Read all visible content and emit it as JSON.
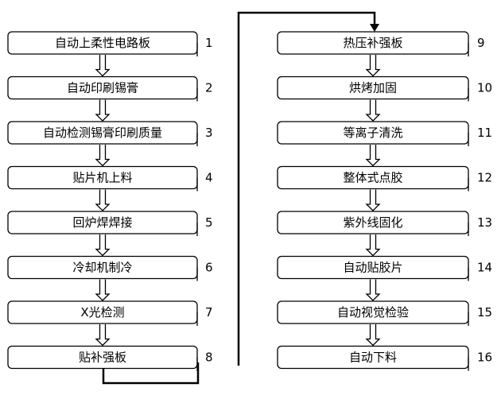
{
  "left_steps": [
    {
      "label": "自动上柔性电路板",
      "number": "1"
    },
    {
      "label": "自动印刷锡膏",
      "number": "2"
    },
    {
      "label": "自动检测锡膏印刷质量",
      "number": "3"
    },
    {
      "label": "贴片机上料",
      "number": "4"
    },
    {
      "label": "回炉焊焊接",
      "number": "5"
    },
    {
      "label": "冷却机制冷",
      "number": "6"
    },
    {
      "label": "X光检测",
      "number": "7"
    },
    {
      "label": "贴补强板",
      "number": "8"
    }
  ],
  "right_steps": [
    {
      "label": "热压补强板",
      "number": "9"
    },
    {
      "label": "烘烤加固",
      "number": "10"
    },
    {
      "label": "等离子清洗",
      "number": "11"
    },
    {
      "label": "整体式点胶",
      "number": "12"
    },
    {
      "label": "紫外线固化",
      "number": "13"
    },
    {
      "label": "自动贴胶片",
      "number": "14"
    },
    {
      "label": "自动视觉检验",
      "number": "15"
    },
    {
      "label": "自动下料",
      "number": "16"
    }
  ],
  "colors": {
    "stroke": "#000000",
    "fill": "#ffffff"
  }
}
